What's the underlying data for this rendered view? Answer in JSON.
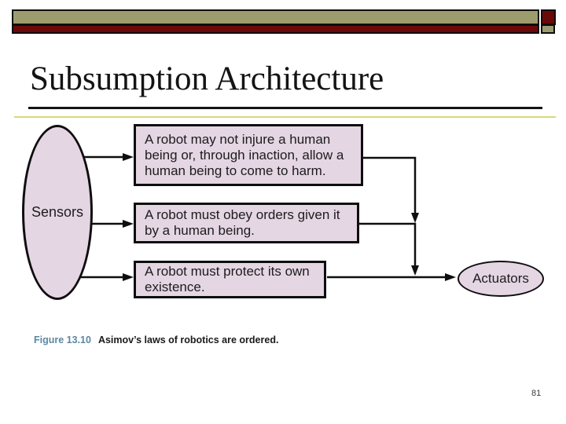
{
  "slide": {
    "title": "Subsumption Architecture",
    "page_number": "81"
  },
  "caption": {
    "figure_label": "Figure 13.10",
    "text": "Asimov’s laws of robotics are ordered."
  },
  "diagram": {
    "sensors_label": "Sensors",
    "actuators_label": "Actuators",
    "laws": [
      {
        "text": "A robot may not injure a human being or, through inaction, allow a human being to come to harm."
      },
      {
        "text": "A robot must obey orders given it by a human being."
      },
      {
        "text": "A robot must protect its own existence."
      }
    ]
  },
  "colors": {
    "bar_olive": "#9c9c6e",
    "bar_maroon": "#6b0808",
    "node_fill": "#e5d6e4",
    "node_border": "#0e0e0e",
    "accent_yellow": "#d8d87a",
    "figure_label_blue": "#5d87a2",
    "title_text": "#141414"
  }
}
